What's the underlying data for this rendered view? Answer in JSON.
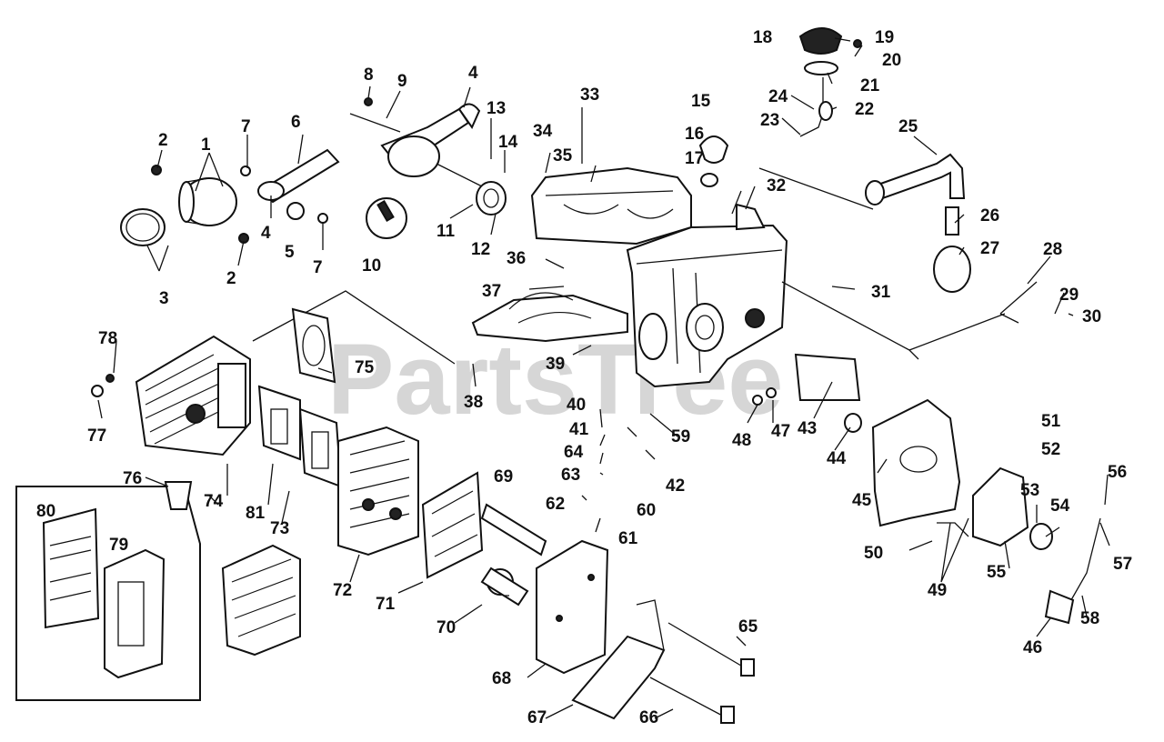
{
  "watermark": "PartsTree",
  "callouts": [
    {
      "n": "1"
    },
    {
      "n": "2"
    },
    {
      "n": "2"
    },
    {
      "n": "3"
    },
    {
      "n": "4"
    },
    {
      "n": "4"
    },
    {
      "n": "5"
    },
    {
      "n": "6"
    },
    {
      "n": "7"
    },
    {
      "n": "7"
    },
    {
      "n": "8"
    },
    {
      "n": "9"
    },
    {
      "n": "10"
    },
    {
      "n": "11"
    },
    {
      "n": "12"
    },
    {
      "n": "13"
    },
    {
      "n": "14"
    },
    {
      "n": "15"
    },
    {
      "n": "16"
    },
    {
      "n": "17"
    },
    {
      "n": "18"
    },
    {
      "n": "19"
    },
    {
      "n": "20"
    },
    {
      "n": "21"
    },
    {
      "n": "22"
    },
    {
      "n": "23"
    },
    {
      "n": "24"
    },
    {
      "n": "25"
    },
    {
      "n": "26"
    },
    {
      "n": "27"
    },
    {
      "n": "28"
    },
    {
      "n": "29"
    },
    {
      "n": "30"
    },
    {
      "n": "31"
    },
    {
      "n": "32"
    },
    {
      "n": "33"
    },
    {
      "n": "34"
    },
    {
      "n": "35"
    },
    {
      "n": "36"
    },
    {
      "n": "37"
    },
    {
      "n": "38"
    },
    {
      "n": "39"
    },
    {
      "n": "40"
    },
    {
      "n": "41"
    },
    {
      "n": "42"
    },
    {
      "n": "43"
    },
    {
      "n": "44"
    },
    {
      "n": "45"
    },
    {
      "n": "46"
    },
    {
      "n": "47"
    },
    {
      "n": "48"
    },
    {
      "n": "49"
    },
    {
      "n": "50"
    },
    {
      "n": "51"
    },
    {
      "n": "52"
    },
    {
      "n": "53"
    },
    {
      "n": "54"
    },
    {
      "n": "55"
    },
    {
      "n": "56"
    },
    {
      "n": "57"
    },
    {
      "n": "58"
    },
    {
      "n": "59"
    },
    {
      "n": "60"
    },
    {
      "n": "61"
    },
    {
      "n": "62"
    },
    {
      "n": "63"
    },
    {
      "n": "64"
    },
    {
      "n": "65"
    },
    {
      "n": "66"
    },
    {
      "n": "67"
    },
    {
      "n": "68"
    },
    {
      "n": "69"
    },
    {
      "n": "70"
    },
    {
      "n": "71"
    },
    {
      "n": "72"
    },
    {
      "n": "73"
    },
    {
      "n": "74"
    },
    {
      "n": "75"
    },
    {
      "n": "76"
    },
    {
      "n": "77"
    },
    {
      "n": "78"
    },
    {
      "n": "79"
    },
    {
      "n": "80"
    },
    {
      "n": "81"
    }
  ]
}
